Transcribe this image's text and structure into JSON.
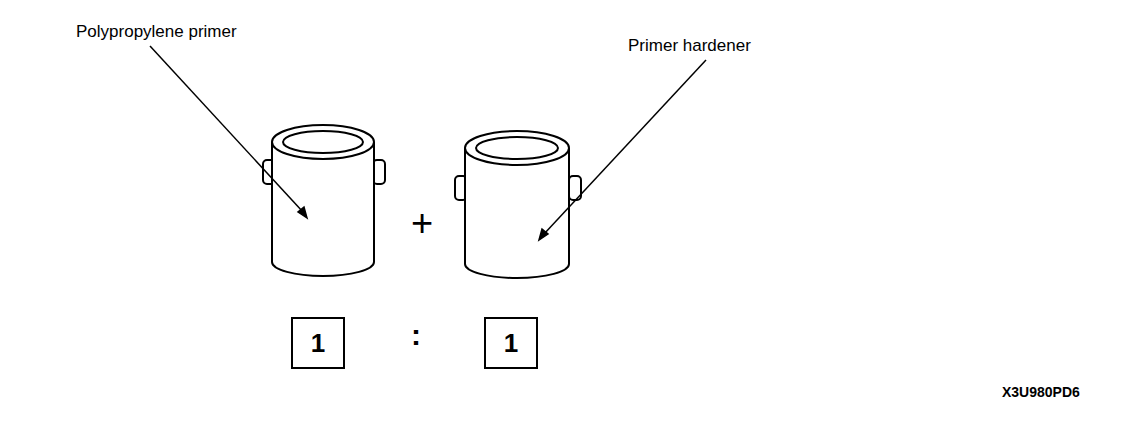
{
  "diagram": {
    "nodes": [
      {
        "text": [
          "1"
        ]
      },
      {
        "text": [
          "1"
        ]
      }
    ],
    "labels": [
      "Polypropylene primer",
      "Primer hardener",
      "+",
      ":",
      "X3U980PD6"
    ]
  }
}
